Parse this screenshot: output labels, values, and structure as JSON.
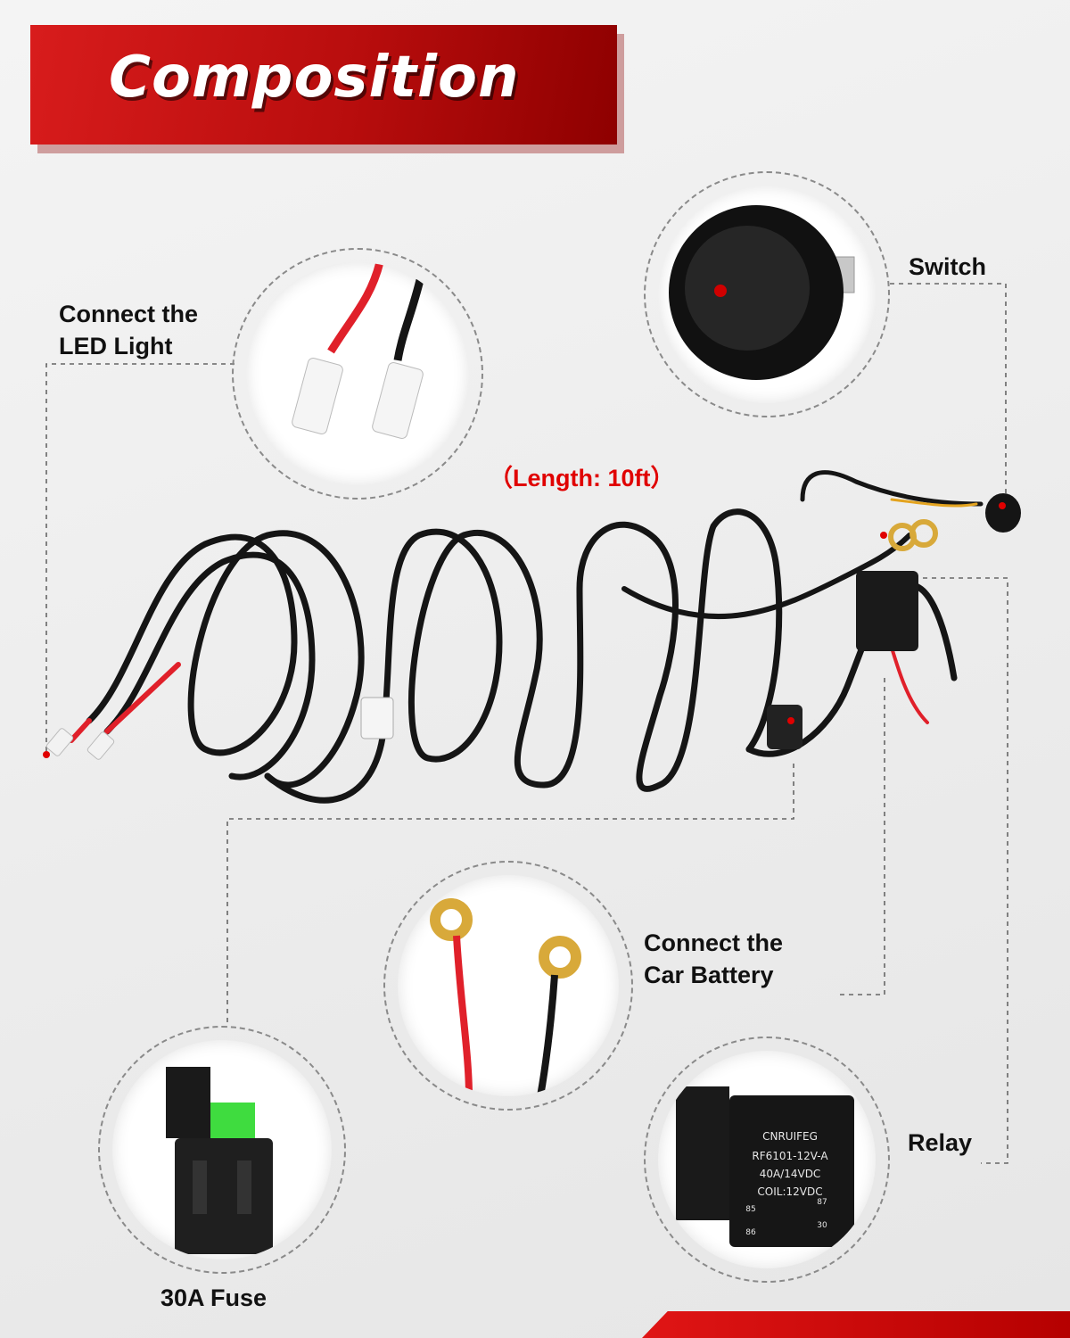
{
  "header": {
    "title": "Composition"
  },
  "length_note": "（Length: 10ft）",
  "labels": {
    "led_line1": "Connect the",
    "led_line2": "LED Light",
    "switch": "Switch",
    "battery_line1": "Connect the",
    "battery_line2": "Car Battery",
    "fuse": "30A Fuse",
    "relay": "Relay"
  },
  "relay_print": {
    "brand": "CNRUIFEG",
    "model": "RF6101-12V-A",
    "rating": "40A/14VDC",
    "coil": "COIL:12VDC",
    "pin_85": "85",
    "pin_86": "86",
    "pin_87": "87",
    "pin_30": "30"
  },
  "colors": {
    "banner_red": "#c81010",
    "wire_black": "#151515",
    "wire_red": "#e0202a",
    "terminal_gold": "#d8a93a",
    "fuse_green": "#3fdc3f"
  }
}
